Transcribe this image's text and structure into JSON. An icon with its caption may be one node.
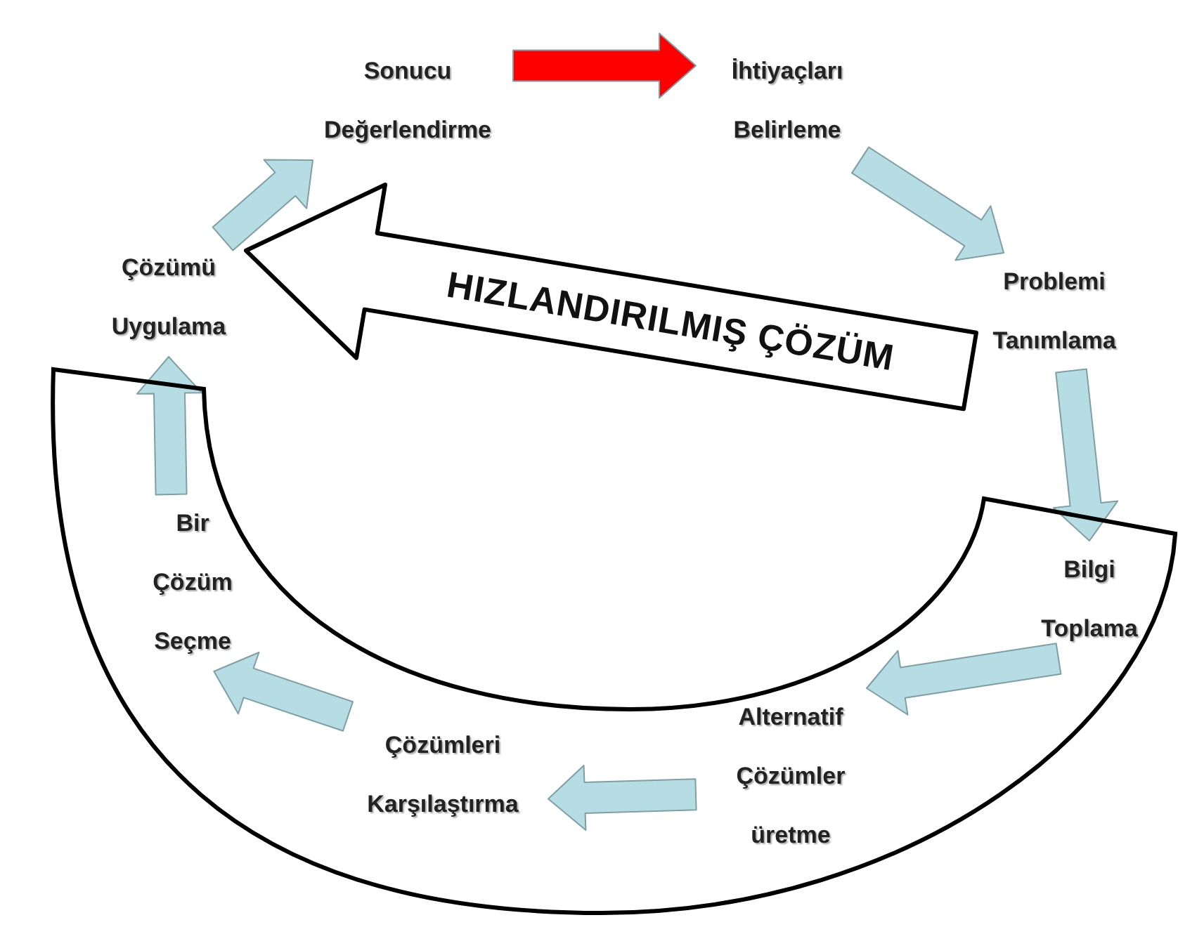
{
  "diagram": {
    "nodes": [
      {
        "text": [
          "Sonucu Değerlendirme"
        ]
      },
      {
        "text": [
          "İhtiyaçları Belirleme"
        ]
      },
      {
        "text": [
          "Problemi Tanımlama"
        ]
      },
      {
        "text": [
          "Çözümü Uygulama"
        ]
      },
      {
        "text": [],
        "shape": "band"
      },
      {
        "text": [
          "Bilgi Toplama"
        ],
        "in": 4
      },
      {
        "text": [
          "Alternatif Çözümler üretme"
        ],
        "in": 4
      },
      {
        "text": [
          "Çözümleri Karşılaştırma"
        ],
        "in": 4
      },
      {
        "text": [
          "Bir Çözüm Seçme"
        ],
        "in": 4
      }
    ],
    "edges": [
      {
        "from": 0,
        "to": 1,
        "arrow": "to",
        "color": "#ff0000"
      },
      {
        "from": 1,
        "to": 2,
        "arrow": "to"
      },
      {
        "from": 2,
        "to": 5,
        "arrow": "to"
      },
      {
        "from": 5,
        "to": 6,
        "arrow": "to"
      },
      {
        "from": 6,
        "to": 7,
        "arrow": "to"
      },
      {
        "from": 7,
        "to": 8,
        "arrow": "to"
      },
      {
        "from": 8,
        "to": 3,
        "arrow": "to"
      },
      {
        "from": 3,
        "to": 0,
        "arrow": "to"
      },
      {
        "from": 2,
        "to": 3,
        "arrow": "to",
        "style": "thick",
        "label": "HIZLANDIRILMIŞ ÇÖZÜM"
      }
    ]
  }
}
